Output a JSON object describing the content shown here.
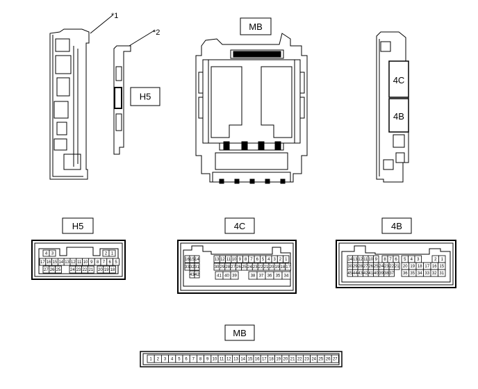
{
  "callouts": {
    "c1": "*1",
    "c2": "*2"
  },
  "labels": {
    "top_h5": "H5",
    "top_mb": "MB",
    "top_4c": "4C",
    "top_4b": "4B",
    "conn_h5": "H5",
    "conn_4c": "4C",
    "conn_4b": "4B",
    "conn_mb": "MB"
  },
  "connectors": {
    "h5": {
      "row1": [
        "4",
        "3",
        "",
        "2",
        "1"
      ],
      "row2": [
        "17",
        "16",
        "15",
        "14",
        "13",
        "12",
        "11",
        "10",
        "9",
        "8",
        "7",
        "6",
        "5"
      ],
      "row3": [
        "27",
        "26",
        "25",
        "24",
        "23",
        "22",
        "21",
        "20",
        "19",
        "18"
      ]
    },
    "c4": {
      "left_block": [
        [
          "16",
          "15",
          "14"
        ],
        [
          "33",
          "32",
          "31"
        ],
        [
          "43",
          "42"
        ]
      ],
      "row1": [
        "13",
        "12",
        "11",
        "10",
        "9",
        "8",
        "7",
        "6",
        "5",
        "4",
        "3",
        "2",
        "1"
      ],
      "row2": [
        "30",
        "29",
        "28",
        "27",
        "26",
        "25",
        "24",
        "23",
        "22",
        "21",
        "20",
        "19",
        "18",
        "17"
      ],
      "row3a": [
        "41",
        "40",
        "39"
      ],
      "row3b": [
        "38",
        "37",
        "36",
        "35",
        "34"
      ]
    },
    "b4": {
      "row1a": [
        "14",
        "13",
        "12",
        "11",
        "10",
        "9"
      ],
      "row1b": [
        "8",
        "7",
        "6"
      ],
      "row1c": [
        "5",
        "4",
        "3"
      ],
      "row1d": [
        "2",
        "1"
      ],
      "row2a": [
        "30",
        "29",
        "28",
        "27",
        "26",
        "25",
        "24",
        "23",
        "22",
        "21"
      ],
      "row2b": [
        "20",
        "19",
        "18",
        "17",
        "16",
        "15"
      ],
      "row3a": [
        "45",
        "44",
        "43",
        "42",
        "41",
        "40",
        "39",
        "38",
        "37"
      ],
      "row3b": [
        "36",
        "35",
        "34",
        "33",
        "32",
        "31"
      ]
    },
    "mb": {
      "pins": [
        "1",
        "2",
        "3",
        "4",
        "5",
        "6",
        "7",
        "8",
        "9",
        "10",
        "11",
        "12",
        "13",
        "14",
        "15",
        "16",
        "17",
        "18",
        "19",
        "20",
        "21",
        "22",
        "23",
        "24",
        "25",
        "26",
        "27"
      ]
    }
  }
}
